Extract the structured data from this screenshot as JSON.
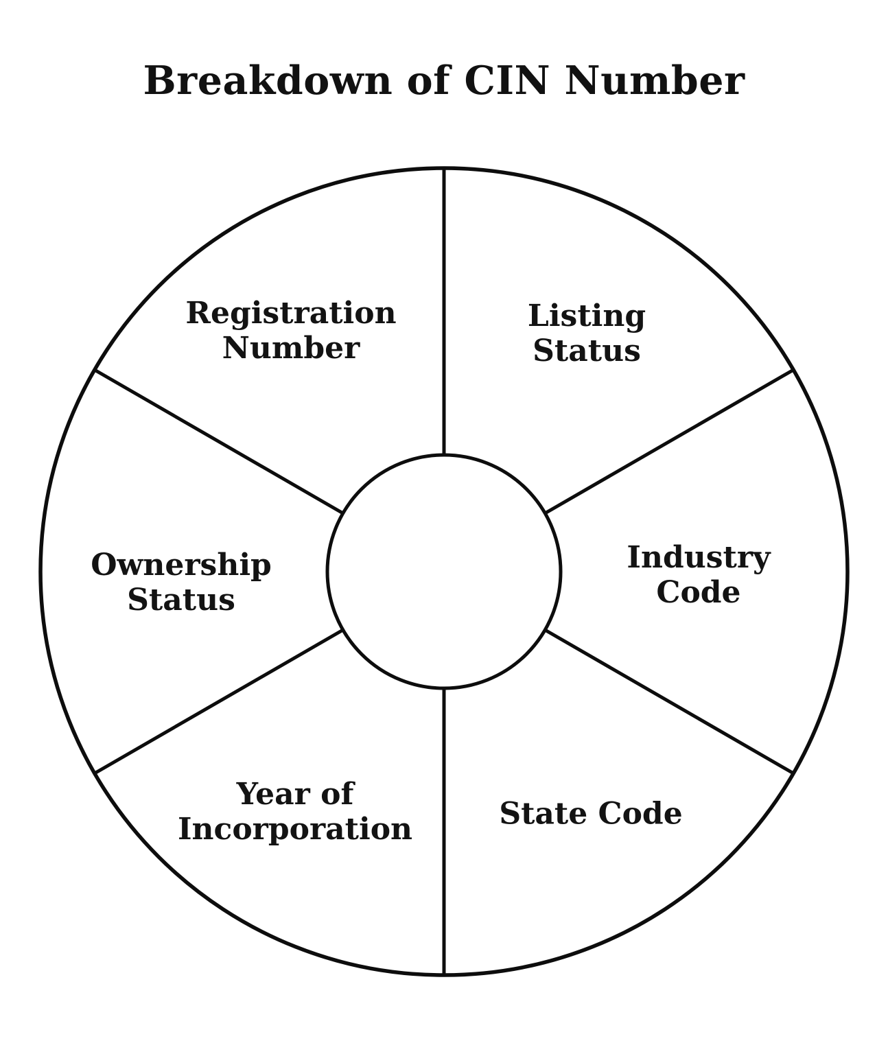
{
  "title": "Breakdown of CIN Number",
  "diagram": {
    "type": "wheel",
    "segment_count": 6,
    "hub_label": "",
    "segments": [
      {
        "label": "Registration Number",
        "position": "top-left"
      },
      {
        "label": "Listing Status",
        "position": "top-right"
      },
      {
        "label": "Industry Code",
        "position": "right"
      },
      {
        "label": "State Code",
        "position": "bottom-right"
      },
      {
        "label": "Year of Incorporation",
        "position": "bottom-left"
      },
      {
        "label": "Ownership Status",
        "position": "left"
      }
    ]
  },
  "colors": {
    "stroke": "#0d0d0d",
    "background": "#ffffff",
    "text": "#131313"
  }
}
